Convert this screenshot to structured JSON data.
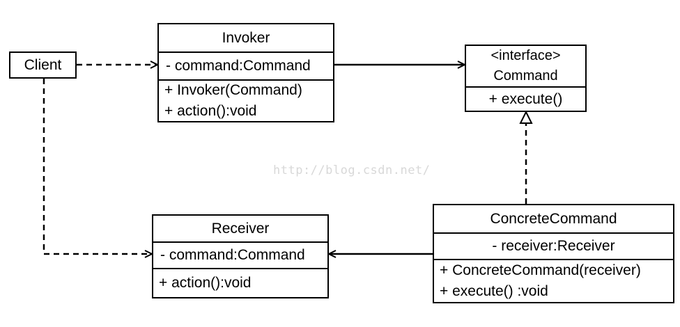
{
  "client": {
    "title": "Client"
  },
  "invoker": {
    "title": "Invoker",
    "attributes": [
      "- command:Command"
    ],
    "operations": [
      "+ Invoker(Command)",
      "+ action():void"
    ]
  },
  "command": {
    "stereotype": "<interface>",
    "title": "Command",
    "operations": [
      "+ execute()"
    ]
  },
  "receiver": {
    "title": "Receiver",
    "attributes": [
      "- command:Command"
    ],
    "operations": [
      "+ action():void"
    ]
  },
  "concrete_command": {
    "title": "ConcreteCommand",
    "attributes": [
      "- receiver:Receiver"
    ],
    "operations": [
      "+ ConcreteCommand(receiver)",
      "+ execute() :void"
    ]
  },
  "watermark": {
    "text": "http://blog.csdn.net/"
  }
}
